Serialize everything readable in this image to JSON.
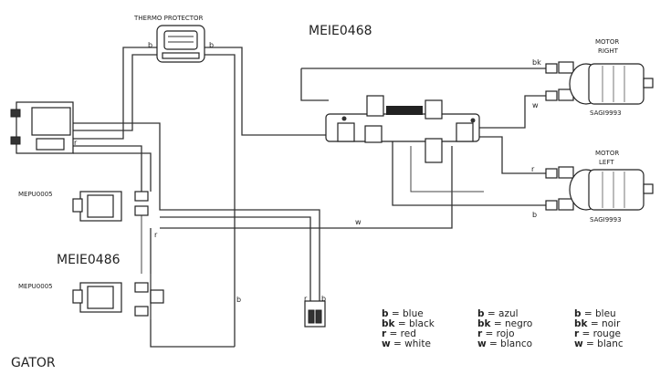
{
  "labels": {
    "thermo_protector": "THERMO PROTECTOR",
    "main_code": "MEIE0468",
    "motor_right_1": "MOTOR",
    "motor_right_2": "RIGHT",
    "motor_left_1": "MOTOR",
    "motor_left_2": "LEFT",
    "motor_part_right": "SAGI9993",
    "motor_part_left": "SAGI9993",
    "switch_code_top": "MEPU0005",
    "switch_code_bottom": "MEPU0005",
    "sub_code": "MEIE0486",
    "model": "GATOR"
  },
  "wire_tags": {
    "thermo_left": "b",
    "thermo_right": "b",
    "motor_right_top": "bk",
    "motor_right_bottom": "w",
    "motor_left_top": "r",
    "motor_left_bottom": "b",
    "pedal_r": "r",
    "white_main": "w",
    "switch_r": "r",
    "bottom_b": "b",
    "plug_r": "r",
    "plug_b": "b"
  },
  "legend": {
    "english": [
      {
        "code": "b",
        "text": " = blue"
      },
      {
        "code": "bk",
        "text": " = black"
      },
      {
        "code": "r",
        "text": " = red"
      },
      {
        "code": "w",
        "text": " = white"
      }
    ],
    "spanish": [
      {
        "code": "b",
        "text": " = azul"
      },
      {
        "code": "bk",
        "text": " = negro"
      },
      {
        "code": "r",
        "text": " = rojo"
      },
      {
        "code": "w",
        "text": " = blanco"
      }
    ],
    "french": [
      {
        "code": "b",
        "text": " = bleu"
      },
      {
        "code": "bk",
        "text": " = noir"
      },
      {
        "code": "r",
        "text": " = rouge"
      },
      {
        "code": "w",
        "text": " = blanc"
      }
    ]
  }
}
